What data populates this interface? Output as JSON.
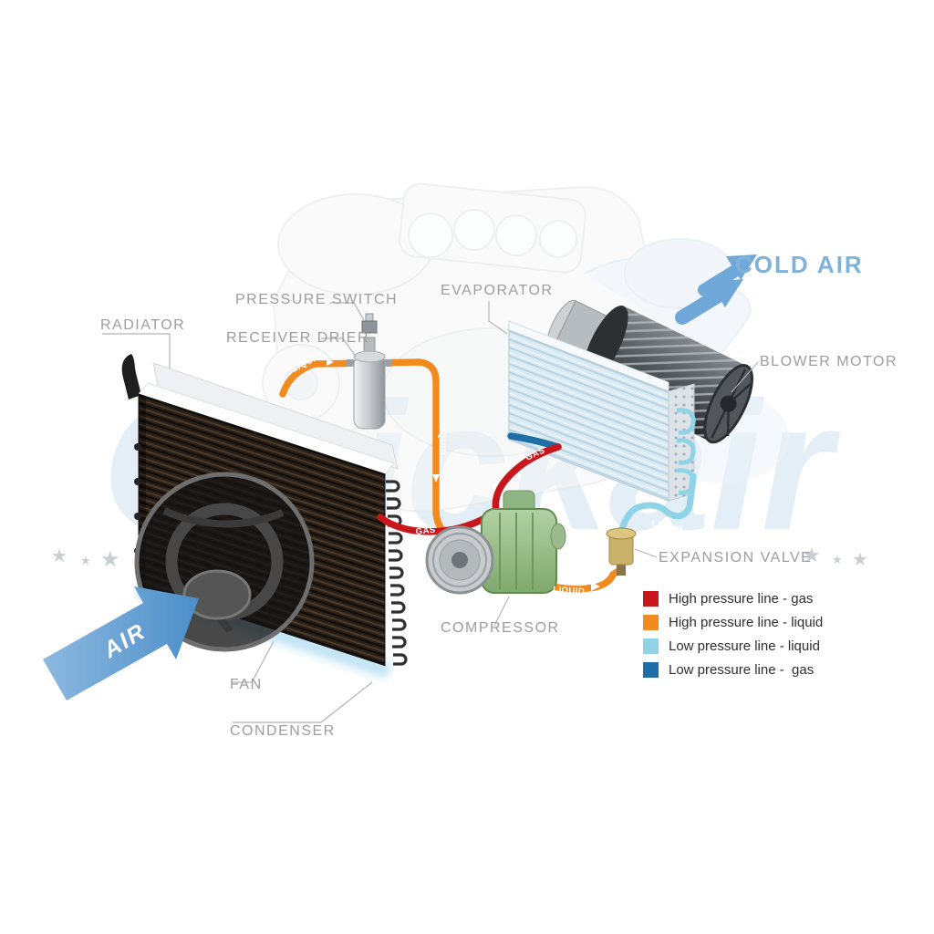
{
  "watermark": {
    "text": "Quickair",
    "star": "★"
  },
  "component_labels": {
    "radiator": "RADIATOR",
    "pressure_switch": "PRESSURE SWITCH",
    "receiver_drier": "RECEIVER DRIER",
    "evaporator": "EVAPORATOR",
    "blower_motor": "BLOWER MOTOR",
    "expansion_valve": "EXPANSION VALVE",
    "compressor": "COMPRESSOR",
    "fan": "FAN",
    "condenser": "CONDENSER"
  },
  "flow_labels": {
    "cold_air": "COLD AIR",
    "air": "AIR",
    "liquid_condenser_out": "LIQUID",
    "liquid_drop": "LIQUID",
    "liquid_to_valve": "LIQUID",
    "liquid_valve_to_evap": "LIQUID",
    "gas_discharge": "GAS",
    "gas_suction": "GAS"
  },
  "legend": {
    "items": [
      {
        "label": "High pressure line - gas",
        "color": "#c8161d"
      },
      {
        "label": "High pressure line - liquid",
        "color": "#f28b1f"
      },
      {
        "label": "Low pressure line - liquid",
        "color": "#8fd4e6"
      },
      {
        "label": "Low pressure line -  gas",
        "color": "#1f6ea7"
      }
    ]
  },
  "colors": {
    "high_gas": "#c8161d",
    "high_liquid": "#f28b1f",
    "low_liquid": "#8fd4e6",
    "low_gas": "#1f6ea7",
    "air_arrow": "#5d9bd3",
    "cold_air_text": "#7fb2d9",
    "label_gray": "#9d9d9d"
  }
}
